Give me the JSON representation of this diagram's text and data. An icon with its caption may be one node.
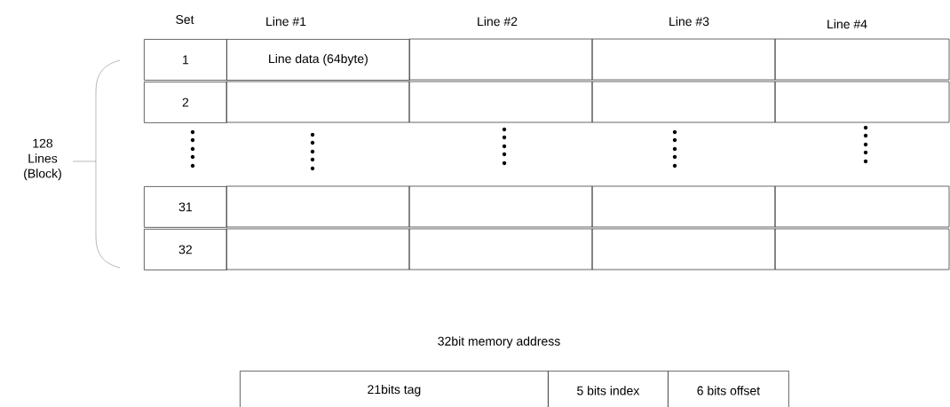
{
  "diagram": {
    "labels": [
      "Set",
      "Line #1",
      "Line #2",
      "Line #3",
      "Line #4",
      "1",
      "Line data (64byte)",
      "2",
      "128 Lines (Block)",
      "31",
      "32",
      "32bit memory address",
      "21bits tag",
      "5 bits index",
      "6 bits offset"
    ]
  }
}
